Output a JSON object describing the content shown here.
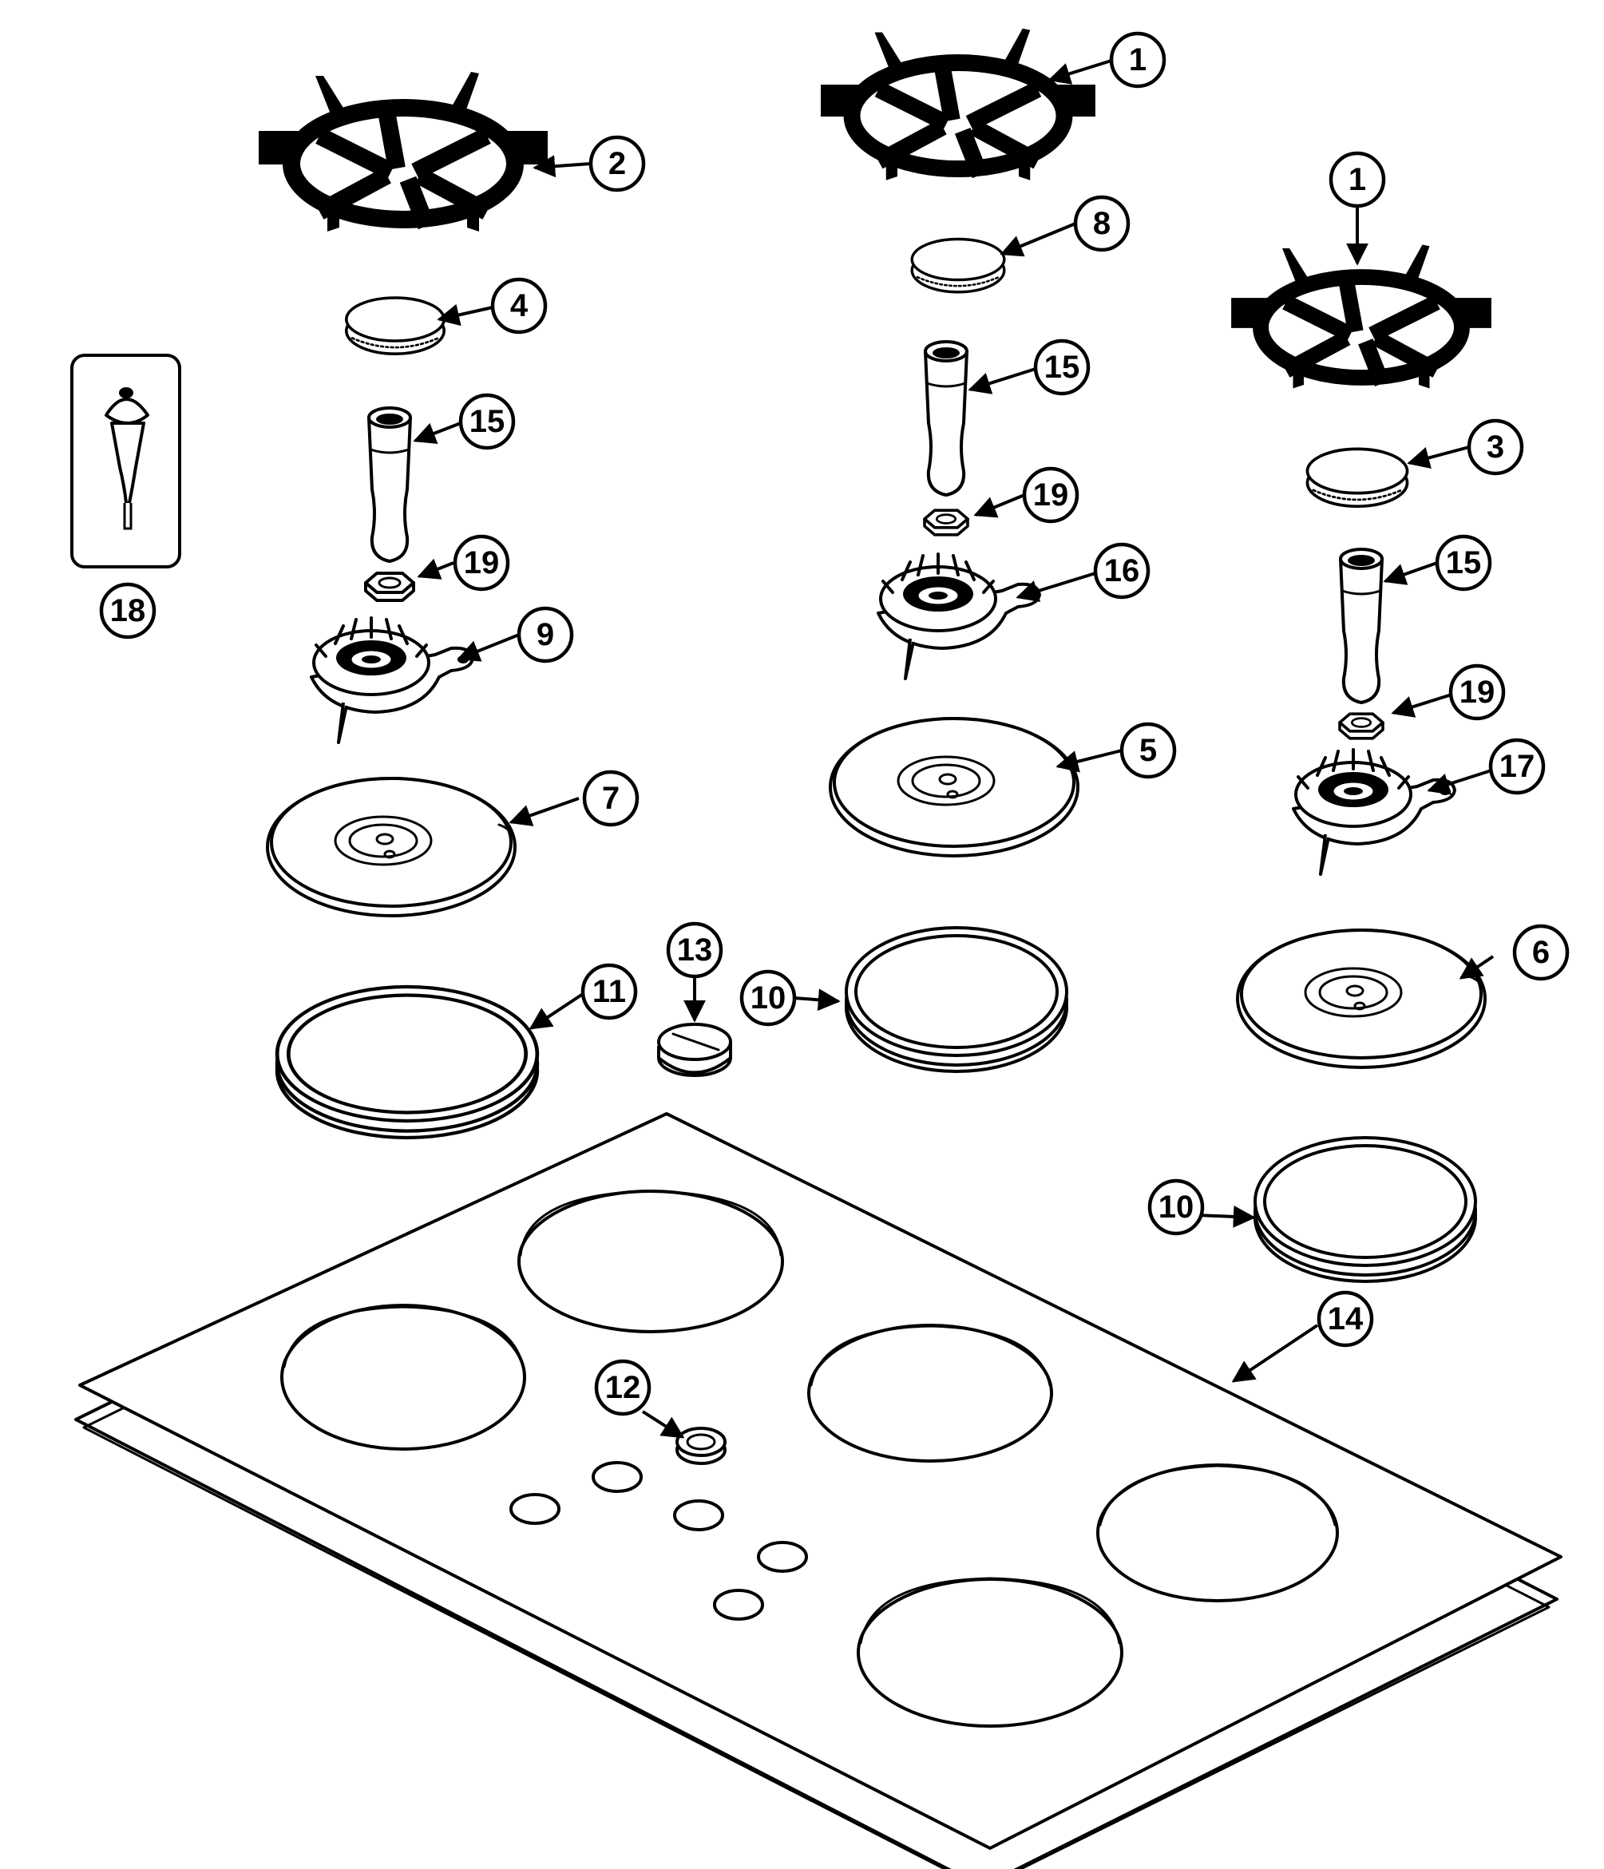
{
  "callouts": {
    "c1a": "1",
    "c1b": "1",
    "c2": "2",
    "c3": "3",
    "c4": "4",
    "c5": "5",
    "c6": "6",
    "c7": "7",
    "c8": "8",
    "c9": "9",
    "c10a": "10",
    "c10b": "10",
    "c11": "11",
    "c12": "12",
    "c13": "13",
    "c14": "14",
    "c15a": "15",
    "c15b": "15",
    "c15c": "15",
    "c16": "16",
    "c17": "17",
    "c18": "18",
    "c19a": "19",
    "c19b": "19",
    "c19c": "19"
  }
}
